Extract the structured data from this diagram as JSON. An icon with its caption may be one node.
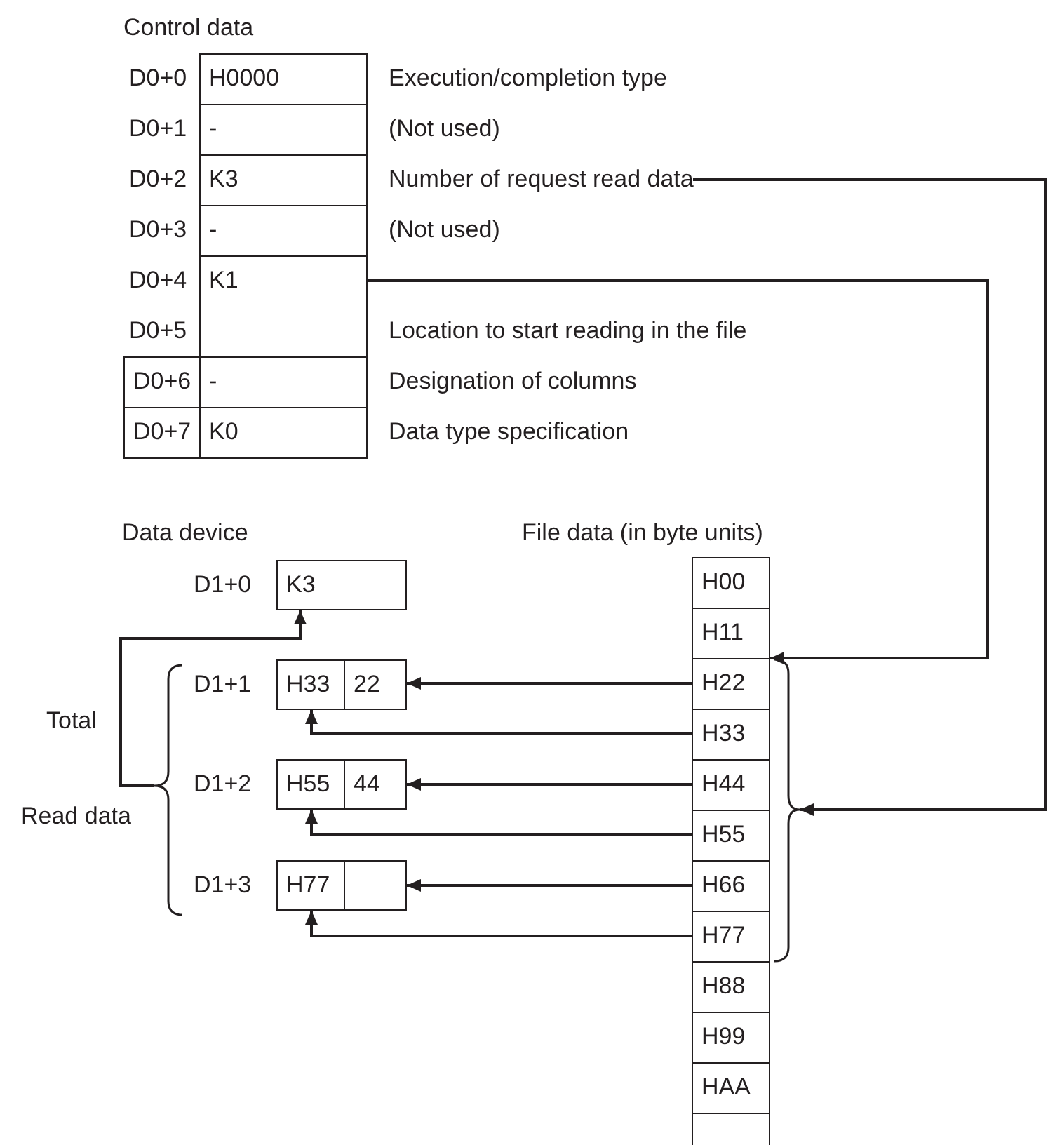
{
  "diagram": {
    "nodes": [
      {
        "text": [
          "H0000"
        ]
      },
      {
        "text": [
          "-"
        ]
      },
      {
        "text": [
          "K3"
        ]
      },
      {
        "text": [
          "-"
        ]
      },
      {
        "text": [
          "K1"
        ]
      },
      {
        "text": [
          "D0+6"
        ]
      },
      {
        "text": [
          "-"
        ]
      },
      {
        "text": [
          "D0+7"
        ]
      },
      {
        "text": [
          "K0"
        ]
      },
      {
        "text": [
          "Number of request read data"
        ]
      },
      {
        "text": [
          "K3"
        ]
      },
      {
        "text": [
          "H33"
        ]
      },
      {
        "text": [
          "22"
        ]
      },
      {
        "text": [
          "H55"
        ]
      },
      {
        "text": [
          "44"
        ]
      },
      {
        "text": [
          "H77"
        ]
      },
      {
        "text": [],
        "shape": "box"
      },
      {
        "text": [
          "H00"
        ]
      },
      {
        "text": [
          "H11"
        ]
      },
      {
        "text": [
          "H22"
        ]
      },
      {
        "text": [
          "H33"
        ]
      },
      {
        "text": [
          "H44"
        ]
      },
      {
        "text": [
          "H55"
        ]
      },
      {
        "text": [
          "H66"
        ]
      },
      {
        "text": [
          "H77"
        ]
      },
      {
        "text": [
          "H88"
        ]
      },
      {
        "text": [
          "H99"
        ]
      },
      {
        "text": [
          "HAA"
        ]
      },
      {
        "text": [],
        "shape": "box"
      },
      {
        "text": [],
        "shape": "brace"
      },
      {
        "text": [],
        "shape": "brace"
      }
    ],
    "edges": [
      {
        "from": 9,
        "to": 30,
        "arrow": "to"
      },
      {
        "from": 4,
        "to": 19,
        "arrow": "to"
      },
      {
        "from": 19,
        "to": 12,
        "arrow": "to"
      },
      {
        "from": 20,
        "to": 11,
        "arrow": "to"
      },
      {
        "from": 21,
        "to": 14,
        "arrow": "to"
      },
      {
        "from": 22,
        "to": 13,
        "arrow": "to"
      },
      {
        "from": 23,
        "to": 16,
        "arrow": "to"
      },
      {
        "from": 24,
        "to": 15,
        "arrow": "to"
      },
      {
        "from": 29,
        "to": 10,
        "arrow": "to"
      }
    ],
    "labels": [
      "Control data",
      "D0+0",
      "Execution/completion type",
      "D0+1",
      "(Not used)",
      "D0+2",
      "D0+3",
      "(Not used)",
      "D0+4",
      "D0+5",
      "Location to start reading in the file",
      "Designation of columns",
      "Data type specification",
      "Data device",
      "File data (in byte units)",
      "D1+0",
      "D1+1",
      "Total",
      "D1+2",
      "Read data",
      "D1+3"
    ]
  }
}
